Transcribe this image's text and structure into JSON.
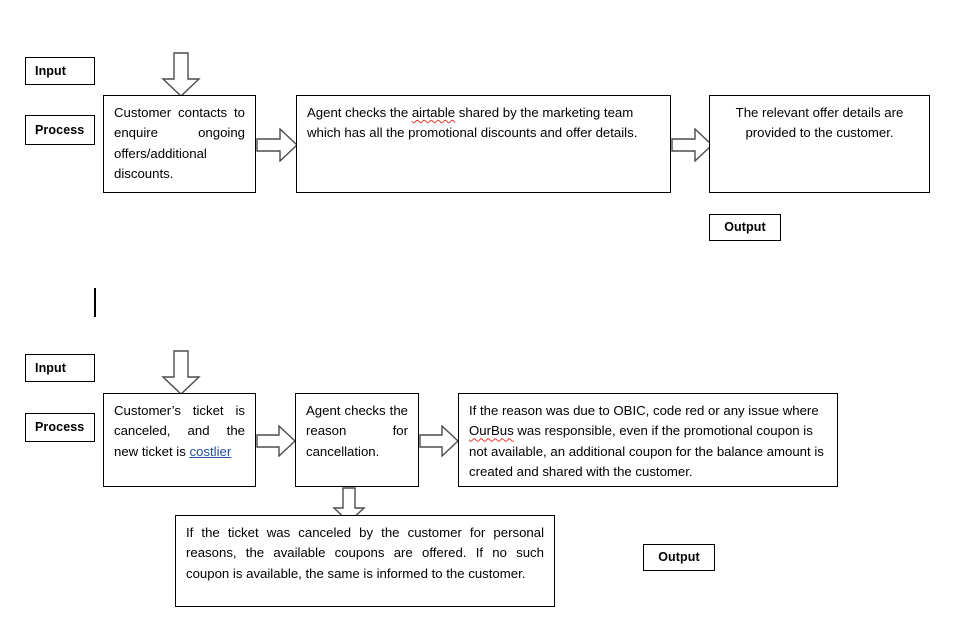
{
  "document": {
    "title": "Process flow diagram",
    "background_color": "#ffffff",
    "line_color": "#000000",
    "arrow_fill": "#ffffff",
    "arrow_stroke": "#4c4c4c",
    "link_color": "#1F4E9C",
    "spellcheck_color": "#E03A2F"
  },
  "labels": {
    "input": "Input",
    "process": "Process",
    "output": "Output"
  },
  "flow_one": {
    "input_chip": "Input",
    "process_chip": "Process",
    "output_chip": "Output",
    "step_1": "Customer contacts to enquire ongoing offers/additional discounts.",
    "step_2_pre": "Agent checks the ",
    "step_2_misspelled": "airtable",
    "step_2_post": " shared by the marketing team which has all the promotional discounts and offer details.",
    "step_3": "The relevant offer details are provided to the customer."
  },
  "flow_two": {
    "input_chip": "Input",
    "process_chip": "Process",
    "output_chip": "Output",
    "step_1_pre": "Customer’s ticket is canceled, and the new ticket is ",
    "step_1_link": "costlier",
    "step_2": "Agent checks the reason for cancellation.",
    "step_3_pre": "If the reason was due to OBIC, code red or any issue where ",
    "step_3_misspelled": "OurBus",
    "step_3_post": " was responsible, even if the promotional coupon is not available, an additional coupon for the balance amount is created and shared with the customer.",
    "step_4": "If the ticket was canceled by the customer for personal reasons, the available coupons are offered. If no such coupon is available, the same is informed to the customer."
  }
}
